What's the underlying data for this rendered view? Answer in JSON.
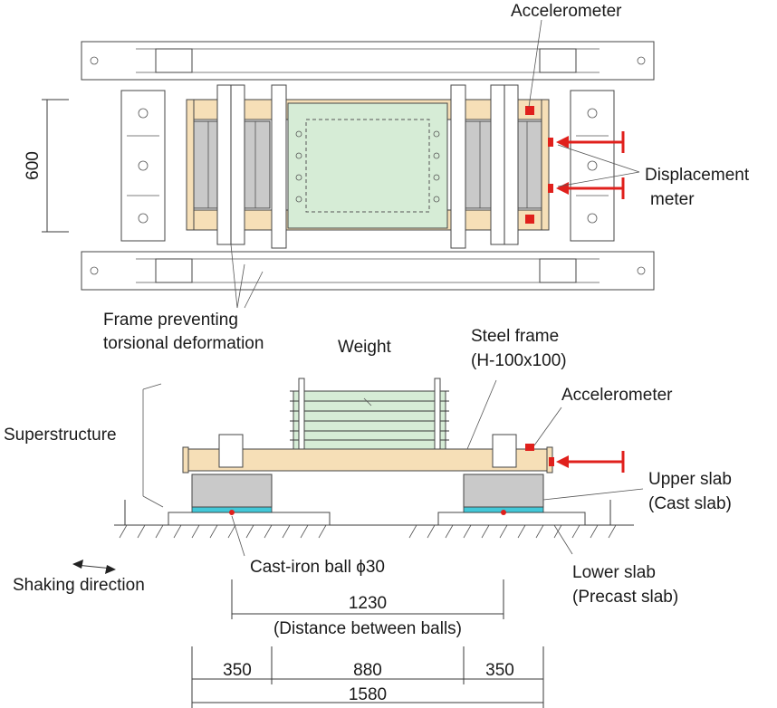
{
  "labels": {
    "accelerometer_top": "Accelerometer",
    "displacement_line1": "Displacement",
    "displacement_line2": "meter",
    "frame_prevent_line1": "Frame preventing",
    "frame_prevent_line2": "torsional deformation",
    "weight": "Weight",
    "steel_frame_line1": "Steel frame",
    "steel_frame_line2": "(H-100x100)",
    "accelerometer_side": "Accelerometer",
    "superstructure": "Superstructure",
    "upper_slab_line1": "Upper slab",
    "upper_slab_line2": "(Cast slab)",
    "lower_slab_line1": "Lower slab",
    "lower_slab_line2": "(Precast slab)",
    "ball": "Cast-iron ball ϕ30",
    "shaking": "Shaking direction"
  },
  "dimensions": {
    "height_600": "600",
    "ball_distance": "1230",
    "ball_distance_note": "(Distance between balls)",
    "left_350": "350",
    "mid_880": "880",
    "right_350": "350",
    "total_1580": "1580"
  },
  "colors": {
    "frame": "#f6dfb7",
    "weight": "#d6ecd6",
    "isolator": "#c9c9c9",
    "ball_layer": "#42c8d8",
    "sensor": "#e0201c"
  }
}
